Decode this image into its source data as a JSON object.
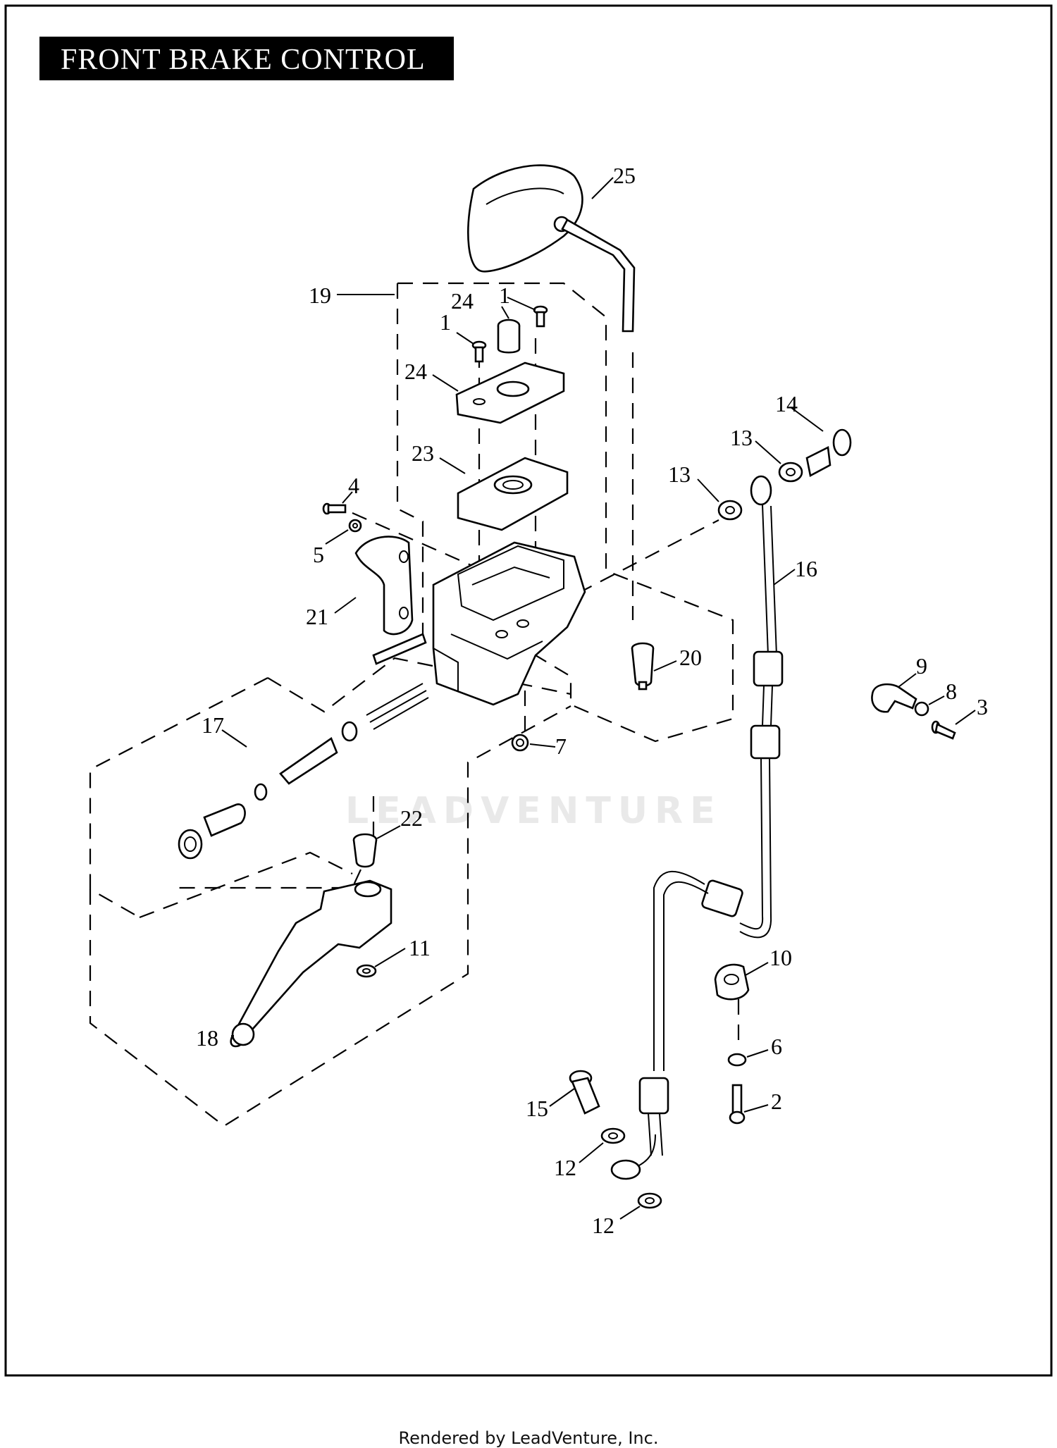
{
  "title": "FRONT BRAKE CONTROL",
  "footer": "Rendered by LeadVenture, Inc.",
  "watermark": "LEADVENTURE",
  "callouts": [
    "25",
    "19",
    "24",
    "1",
    "1",
    "24",
    "14",
    "13",
    "13",
    "23",
    "4",
    "5",
    "16",
    "21",
    "20",
    "9",
    "8",
    "3",
    "17",
    "7",
    "22",
    "11",
    "10",
    "18",
    "6",
    "15",
    "2",
    "12",
    "12"
  ]
}
